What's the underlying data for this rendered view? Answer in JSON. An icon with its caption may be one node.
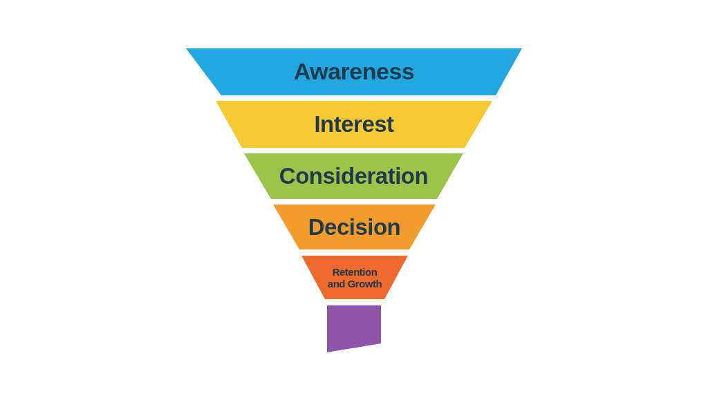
{
  "diagram": {
    "nodes": [
      {
        "text": [
          "Awareness"
        ]
      },
      {
        "text": [
          "Interest"
        ]
      },
      {
        "text": [
          "Consideration"
        ]
      },
      {
        "text": [
          "Decision"
        ]
      },
      {
        "text": [
          "Retention and Growth"
        ]
      },
      {
        "text": [],
        "shape": "box"
      }
    ]
  }
}
